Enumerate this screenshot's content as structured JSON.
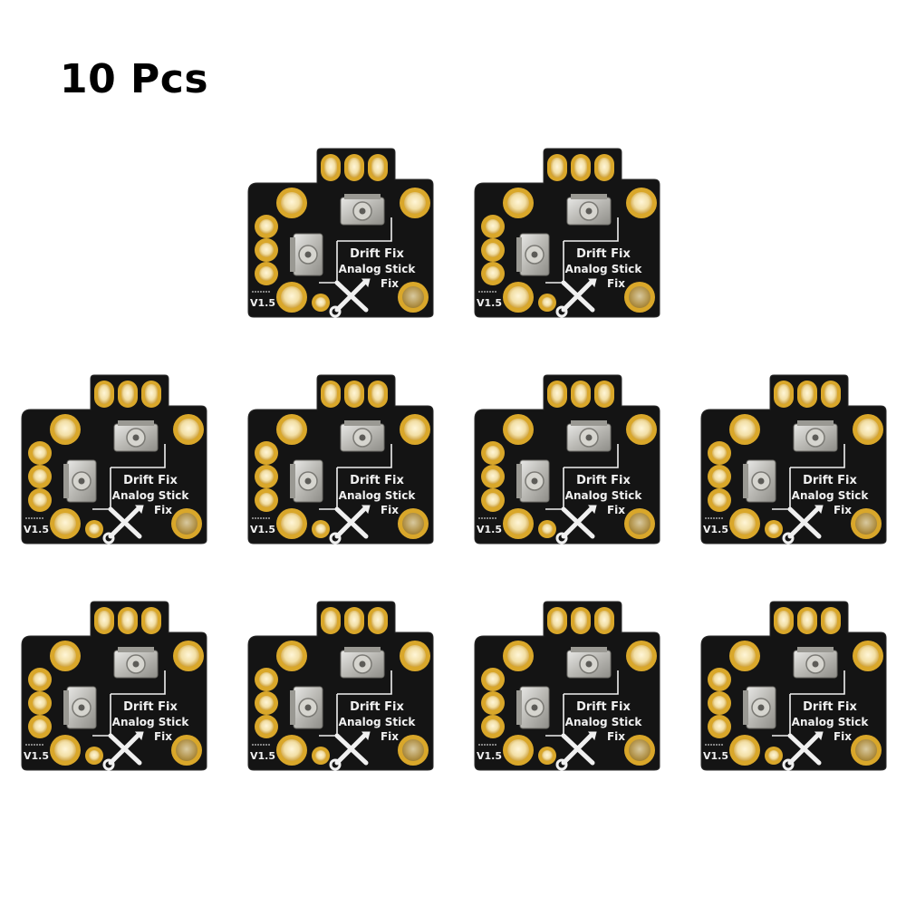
{
  "title": "10 Pcs",
  "board": {
    "label_line1": "Drift Fix",
    "label_line2": "Analog Stick",
    "label_line3": "Fix",
    "version": "V1.5",
    "pcb_color": "#141414",
    "pad_color": "#d9a72a",
    "silk_color": "#f0f0f0"
  },
  "board_count": 10
}
